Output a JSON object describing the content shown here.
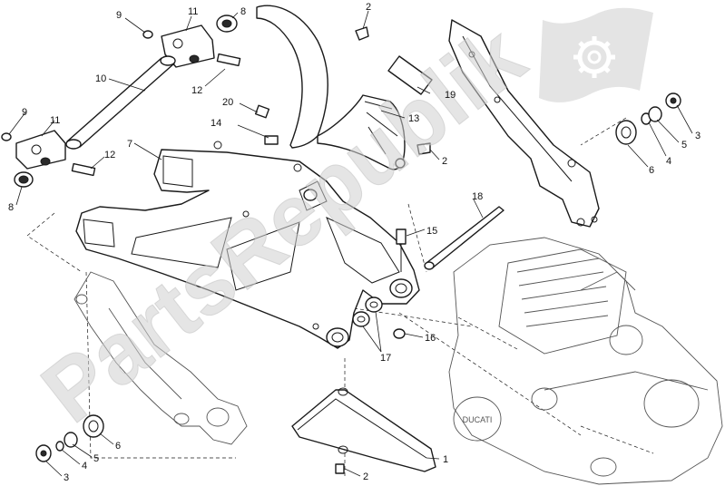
{
  "diagram": {
    "watermark": {
      "text": "PartsRepublik",
      "color": "#cfcfcf",
      "logo": "gear-flag-logo"
    },
    "engine_badge": "DUCATI",
    "callouts": [
      {
        "id": "c-9-top",
        "label": "9"
      },
      {
        "id": "c-11-top",
        "label": "11"
      },
      {
        "id": "c-8-top",
        "label": "8"
      },
      {
        "id": "c-2-top",
        "label": "2"
      },
      {
        "id": "c-10",
        "label": "10"
      },
      {
        "id": "c-12-top",
        "label": "12"
      },
      {
        "id": "c-19",
        "label": "19"
      },
      {
        "id": "c-20",
        "label": "20"
      },
      {
        "id": "c-3-right",
        "label": "3"
      },
      {
        "id": "c-13",
        "label": "13"
      },
      {
        "id": "c-5-right",
        "label": "5"
      },
      {
        "id": "c-14",
        "label": "14"
      },
      {
        "id": "c-9-left",
        "label": "9"
      },
      {
        "id": "c-11-left",
        "label": "11"
      },
      {
        "id": "c-4-right",
        "label": "4"
      },
      {
        "id": "c-6-right",
        "label": "6"
      },
      {
        "id": "c-7",
        "label": "7"
      },
      {
        "id": "c-2-mid",
        "label": "2"
      },
      {
        "id": "c-12-left",
        "label": "12"
      },
      {
        "id": "c-8-left",
        "label": "8"
      },
      {
        "id": "c-18",
        "label": "18"
      },
      {
        "id": "c-15",
        "label": "15"
      },
      {
        "id": "c-16",
        "label": "16"
      },
      {
        "id": "c-17",
        "label": "17"
      },
      {
        "id": "c-6-bottom",
        "label": "6"
      },
      {
        "id": "c-1",
        "label": "1"
      },
      {
        "id": "c-5-bottom",
        "label": "5"
      },
      {
        "id": "c-4-bottom",
        "label": "4"
      },
      {
        "id": "c-3-bottom",
        "label": "3"
      },
      {
        "id": "c-2-bottom",
        "label": "2"
      }
    ]
  }
}
